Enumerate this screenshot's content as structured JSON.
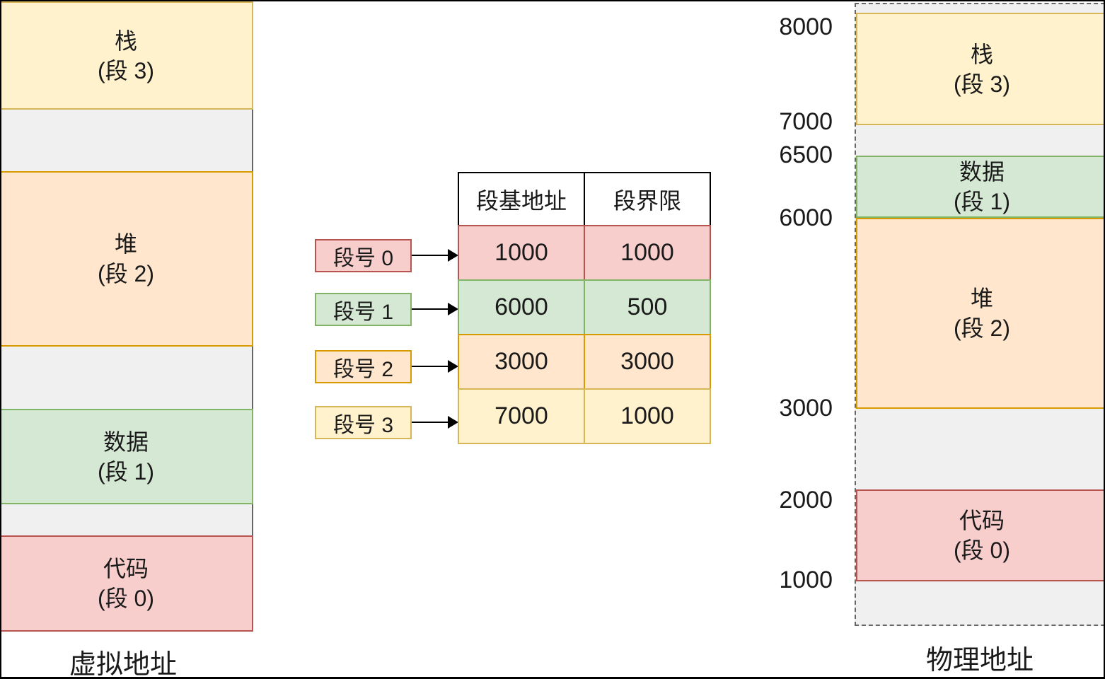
{
  "virtual_memory": {
    "caption": "虚拟地址",
    "segments": [
      {
        "title": "栈",
        "sub": "(段 3)"
      },
      {
        "title": "堆",
        "sub": "(段 2)"
      },
      {
        "title": "数据",
        "sub": "(段 1)"
      },
      {
        "title": "代码",
        "sub": "(段 0)"
      }
    ]
  },
  "segment_table": {
    "col_headers": [
      "段基地址",
      "段界限"
    ],
    "rows": [
      {
        "selector_label": "段号 0",
        "base": "1000",
        "limit": "1000"
      },
      {
        "selector_label": "段号 1",
        "base": "6000",
        "limit": "500"
      },
      {
        "selector_label": "段号 2",
        "base": "3000",
        "limit": "3000"
      },
      {
        "selector_label": "段号 3",
        "base": "7000",
        "limit": "1000"
      }
    ]
  },
  "physical_memory": {
    "caption": "物理地址",
    "address_marks": [
      "8000",
      "7000",
      "6500",
      "6000",
      "3000",
      "2000",
      "1000"
    ],
    "segments": [
      {
        "title": "栈",
        "sub": "(段 3)"
      },
      {
        "title": "数据",
        "sub": "(段 1)"
      },
      {
        "title": "堆",
        "sub": "(段 2)"
      },
      {
        "title": "代码",
        "sub": "(段 0)"
      }
    ]
  },
  "palette": {
    "segment0_fill": "#F8CECC",
    "segment0_stroke": "#B85450",
    "segment1_fill": "#D5E8D4",
    "segment1_stroke": "#82B366",
    "segment2_fill": "#FFE6CC",
    "segment2_stroke": "#D79B00",
    "segment3_fill": "#FFF2CC",
    "segment3_stroke": "#D6B656",
    "free_fill": "#F0F0F0",
    "free_stroke": "#666666"
  }
}
